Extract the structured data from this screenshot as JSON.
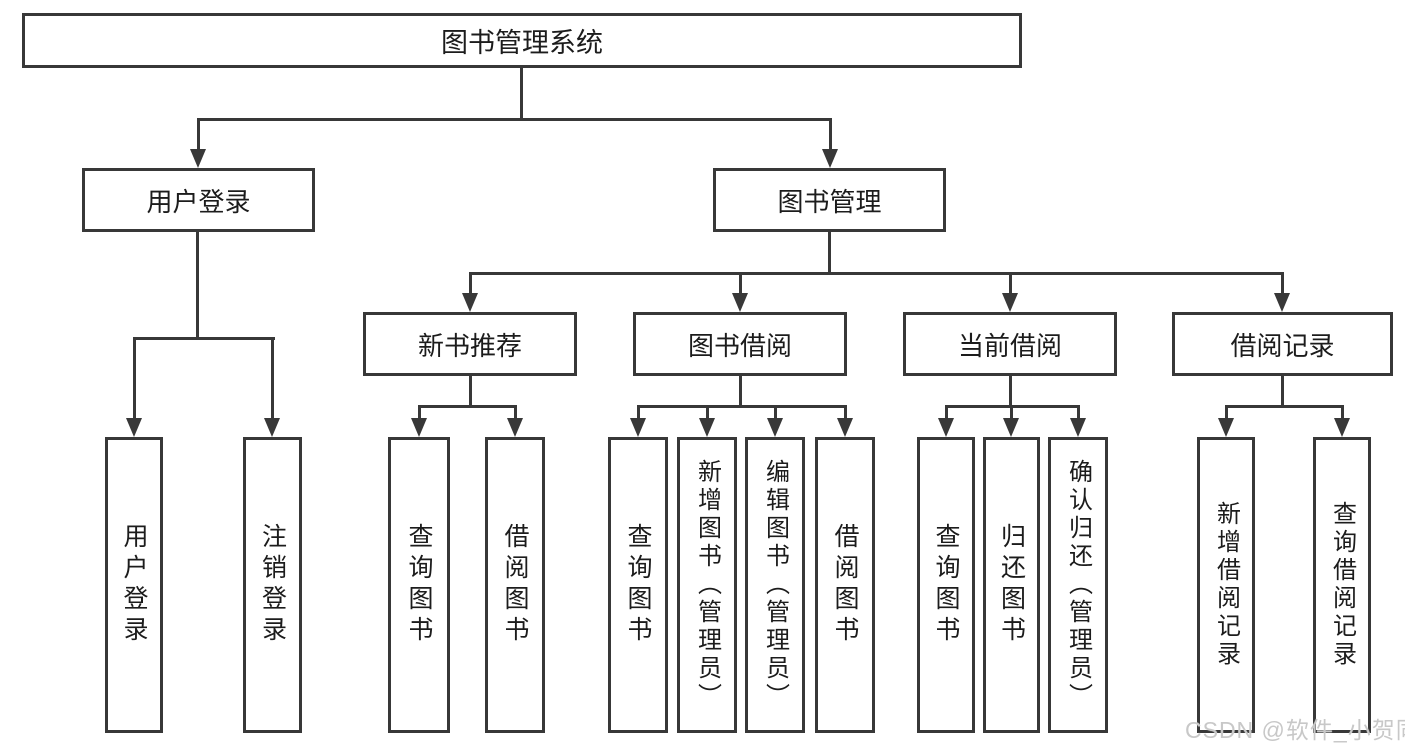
{
  "root": {
    "label": "图书管理系统"
  },
  "branches": {
    "user_login": {
      "label": "用户登录",
      "children": [
        {
          "label": "用户登录"
        },
        {
          "label": "注销登录"
        }
      ]
    },
    "book_management": {
      "label": "图书管理",
      "sections": [
        {
          "label": "新书推荐",
          "children": [
            {
              "label": "查询图书"
            },
            {
              "label": "借阅图书"
            }
          ]
        },
        {
          "label": "图书借阅",
          "children": [
            {
              "label": "查询图书"
            },
            {
              "label": "新增图书（管理员）"
            },
            {
              "label": "编辑图书（管理员）"
            },
            {
              "label": "借阅图书"
            }
          ]
        },
        {
          "label": "当前借阅",
          "children": [
            {
              "label": "查询图书"
            },
            {
              "label": "归还图书"
            },
            {
              "label": "确认归还（管理员）"
            }
          ]
        },
        {
          "label": "借阅记录",
          "children": [
            {
              "label": "新增借阅记录"
            },
            {
              "label": "查询借阅记录"
            }
          ]
        }
      ]
    }
  },
  "watermark": "CSDN @软件_小贺同学",
  "colors": {
    "line": "#383838",
    "text": "#1c1c1c",
    "watermark": "#c8c8c8",
    "background": "#ffffff"
  }
}
